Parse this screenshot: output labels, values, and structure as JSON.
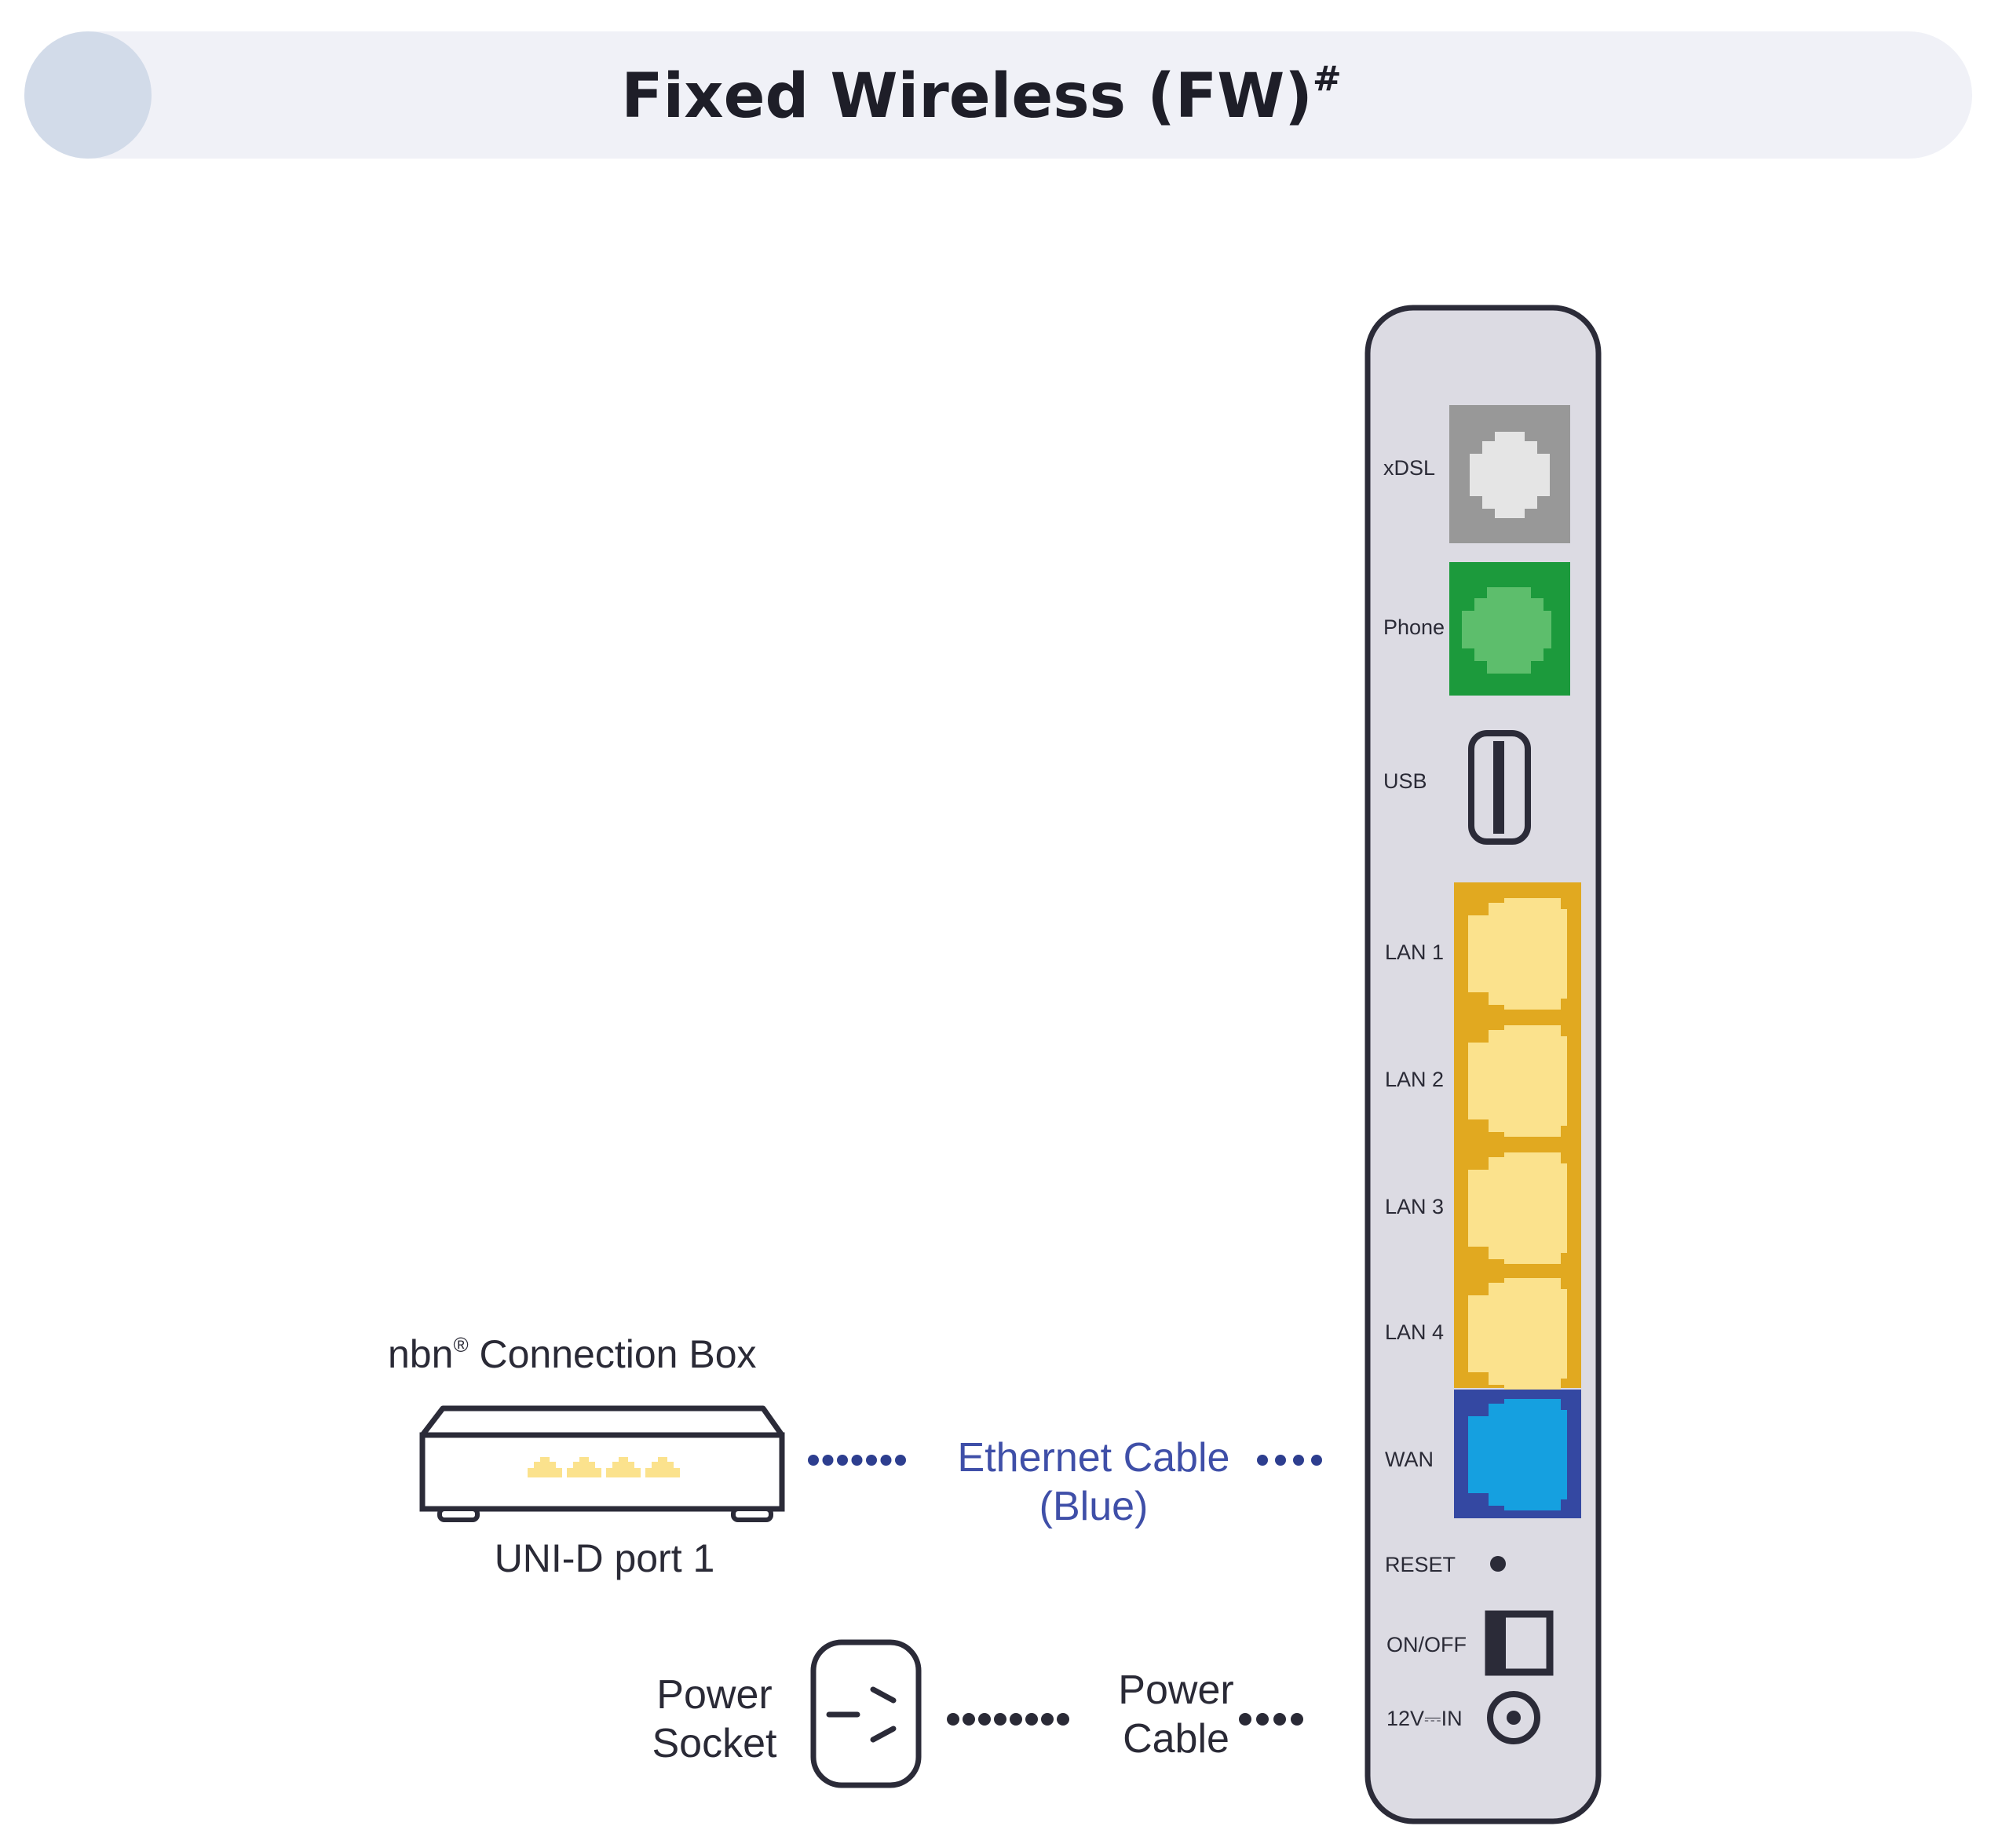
{
  "header": {
    "title": "Fixed Wireless (FW)",
    "title_superscript": "#"
  },
  "router": {
    "ports": {
      "xdsl": "xDSL",
      "phone": "Phone",
      "usb": "USB",
      "lan1": "LAN 1",
      "lan2": "LAN 2",
      "lan3": "LAN 3",
      "lan4": "LAN 4",
      "wan": "WAN",
      "reset": "RESET",
      "onoff": "ON/OFF",
      "power_in": "12V⎓IN"
    }
  },
  "connection_box": {
    "brand": "nbn",
    "brand_mark": "®",
    "name": " Connection Box",
    "port_label": "UNI-D port 1"
  },
  "ethernet_cable": {
    "line1": "Ethernet Cable",
    "line2": "(Blue)"
  },
  "power_socket": {
    "line1": "Power",
    "line2": "Socket"
  },
  "power_cable": {
    "line1": "Power",
    "line2": "Cable"
  },
  "colors": {
    "header_bg": "#f0f1f7",
    "header_circle": "#d2dbe9",
    "router_body": "#dcdbe3",
    "outline": "#2b2b38",
    "xdsl_port": "#989898",
    "xdsl_inner": "#e5e5e5",
    "phone_port": "#1c9a3c",
    "phone_inner": "#5dbe6c",
    "lan_port": "#e1a920",
    "lan_inner": "#fbe28d",
    "wan_port": "#3448a2",
    "wan_inner": "#15a0e0",
    "cable_dots": "#2d3e8f",
    "cable_text": "#3f4fa8",
    "box_led": "#fbe28d",
    "text": "#2a2a36"
  }
}
